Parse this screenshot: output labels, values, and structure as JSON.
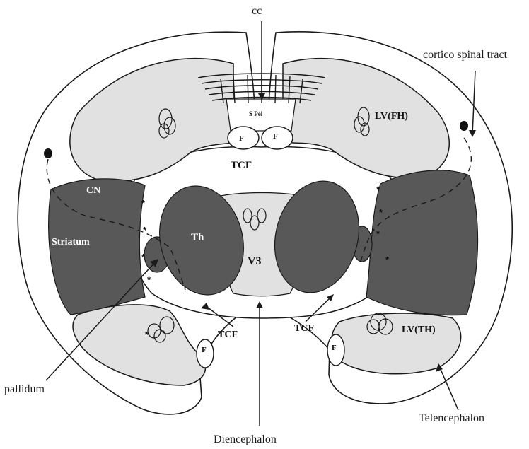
{
  "labels": {
    "cc": "cc",
    "cst": "cortico spinal tract",
    "lvfh": "LV(FH)",
    "spel": "S Pel",
    "f_left": "F",
    "f_right": "F",
    "tcf_top": "TCF",
    "cn": "CN",
    "striatum": "Striatum",
    "th": "Th",
    "v3": "V3",
    "tcf_left": "TCF",
    "tcf_right": "TCF",
    "lvth": "LV(TH)",
    "f_low_left": "F",
    "f_low_right": "F",
    "pallidum": "pallidum",
    "diencephalon": "Diencephalon",
    "telencephalon": "Telencephalon"
  },
  "colors": {
    "outline": "#1a1a1a",
    "light_gray": "#e1e1e1",
    "dark_gray": "#585858",
    "background": "#ffffff"
  }
}
